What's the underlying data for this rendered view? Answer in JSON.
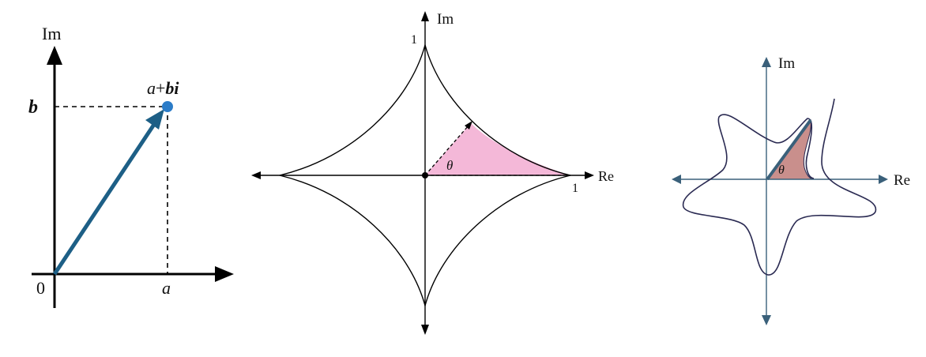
{
  "colors": {
    "vector": "#1d5f86",
    "point": "#2c7cc8",
    "axis": "#000000",
    "pink_fill": "#f4b8d8",
    "brown_fill": "#c98f8c",
    "curve": "#2a2a52",
    "arrow_blue": "#3a607a"
  },
  "panel1": {
    "axis_label_im": "Im",
    "point_label_a": "a",
    "point_label_plus": "+",
    "point_label_bi": "bi",
    "b_label": "b",
    "a_label": "a",
    "origin_label": "0"
  },
  "panel2": {
    "axis_label_im": "Im",
    "axis_label_re": "Re",
    "tick_top": "1",
    "tick_right": "1",
    "theta": "θ"
  },
  "panel3": {
    "axis_label_im": "Im",
    "axis_label_re": "Re",
    "theta": "θ"
  }
}
